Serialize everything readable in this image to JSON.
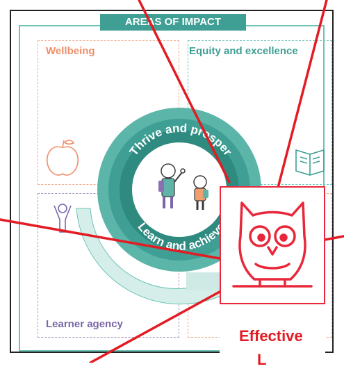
{
  "banner": {
    "title": "AREAS OF IMPACT"
  },
  "quadrants": {
    "top_left": {
      "label": "Wellbeing"
    },
    "top_right": {
      "label": "Equity and excellence"
    },
    "bottom_left": {
      "label": "Learner agency"
    }
  },
  "ring": {
    "top_text": "Thrive and prosper",
    "bottom_text": "Learn and achieve"
  },
  "zoom_callout": {
    "caption_line1": "Effective",
    "caption_line2": "L"
  },
  "colors": {
    "teal_dark": "#3f9f94",
    "teal_light": "#cfe9e5",
    "coral": "#ee8f6a",
    "purple": "#7a66a8",
    "callout_red": "#e31b23"
  },
  "icons": {
    "wellbeing": "apple-icon",
    "equity": "book-icon",
    "agency": "person-arms-up-icon",
    "callout": "owl-icon"
  }
}
